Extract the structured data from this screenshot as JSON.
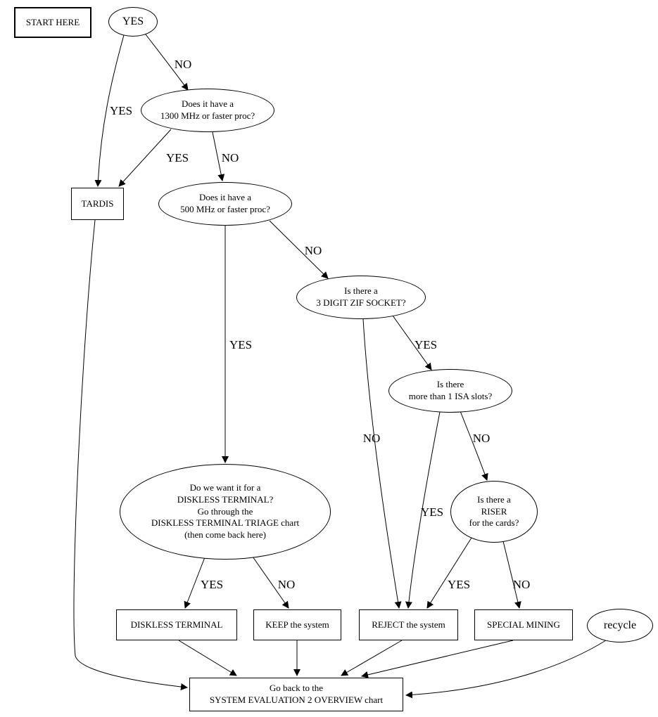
{
  "diagram": {
    "background": "#ffffff",
    "stroke_color": "#000000",
    "nodes": {
      "start_here": {
        "label": "START HERE",
        "shape": "box"
      },
      "yes_start": {
        "label": "YES",
        "shape": "ellipse"
      },
      "proc_1300": {
        "label": "Does it have a\n1300 MHz or faster proc?",
        "shape": "ellipse"
      },
      "tardis": {
        "label": "TARDIS",
        "shape": "box"
      },
      "proc_500": {
        "label": "Does it have a\n500 MHz or faster proc?",
        "shape": "ellipse"
      },
      "zif_socket": {
        "label": "Is there a\n3 DIGIT ZIF SOCKET?",
        "shape": "ellipse"
      },
      "isa_slots": {
        "label": "Is there\nmore than 1 ISA slots?",
        "shape": "ellipse"
      },
      "riser": {
        "label": "Is there a\nRISER\nfor the cards?",
        "shape": "ellipse"
      },
      "diskless_question": {
        "label": "Do we want it for a\nDISKLESS TERMINAL?\nGo through the\nDISKLESS TERMINAL TRIAGE chart\n(then come back here)",
        "shape": "ellipse"
      },
      "diskless_terminal": {
        "label": "DISKLESS TERMINAL",
        "shape": "box"
      },
      "keep_system": {
        "label": "KEEP the system",
        "shape": "box"
      },
      "reject_system": {
        "label": "REJECT the system",
        "shape": "box"
      },
      "special_mining": {
        "label": "SPECIAL MINING",
        "shape": "box"
      },
      "recycle": {
        "label": "recycle",
        "shape": "ellipse"
      },
      "go_back": {
        "label": "Go back to the\nSYSTEM EVALUATION 2 OVERVIEW chart",
        "shape": "box"
      }
    },
    "edge_labels": {
      "start_yes_to_tardis": "YES",
      "start_yes_to_proc1300": "NO",
      "proc1300_to_tardis": "YES",
      "proc1300_to_proc500": "NO",
      "proc500_to_zif": "NO",
      "proc500_to_diskless": "YES",
      "zif_to_isa": "YES",
      "zif_to_reject": "NO",
      "isa_to_riser": "NO",
      "isa_to_reject": "YES",
      "riser_to_reject": "YES",
      "riser_to_special": "NO",
      "diskless_to_terminal": "YES",
      "diskless_to_keep": "NO"
    }
  }
}
